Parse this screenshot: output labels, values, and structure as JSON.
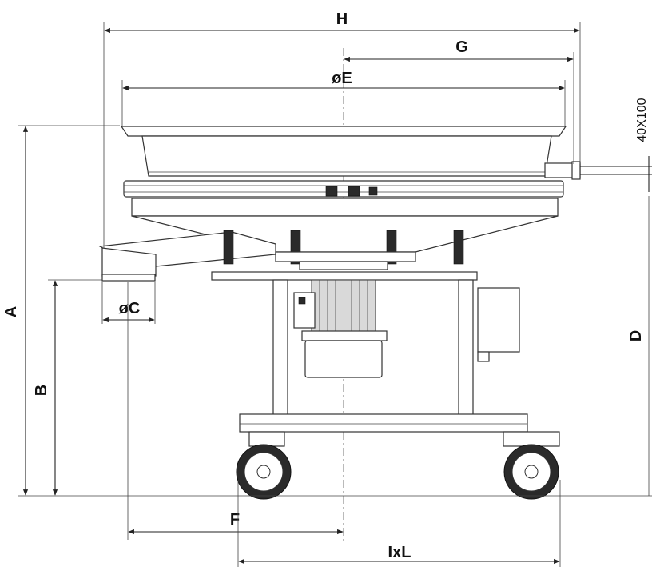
{
  "diagram": {
    "dimension_labels": {
      "H": "H",
      "G": "G",
      "E": "øE",
      "pipe": "40X100",
      "A": "A",
      "B": "B",
      "C": "øC",
      "D": "D",
      "F": "F",
      "IxL": "IxL"
    }
  }
}
